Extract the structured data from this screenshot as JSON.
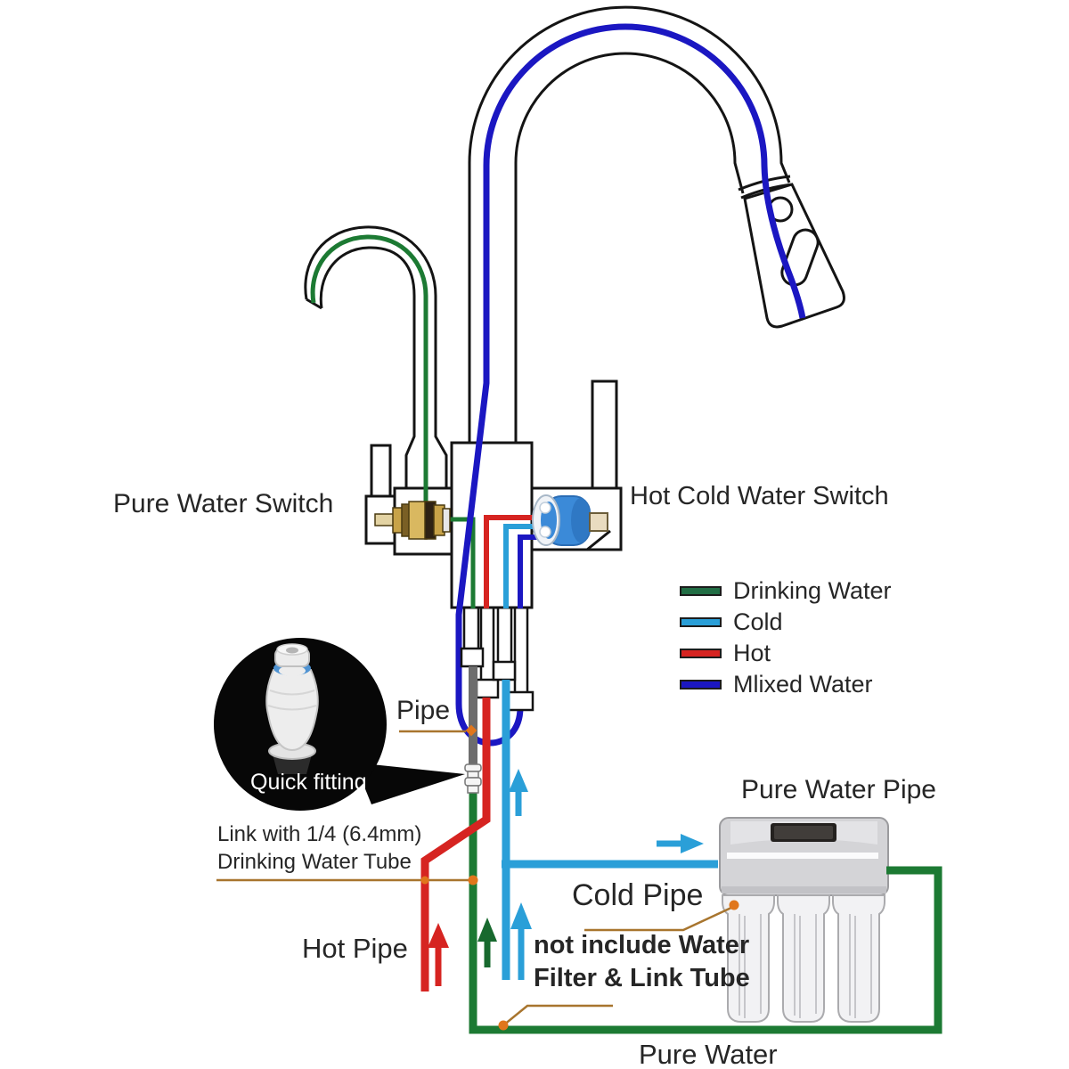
{
  "labels": {
    "pure_water_switch": "Pure Water Switch",
    "hot_cold_water_switch": "Hot Cold Water Switch",
    "pipe": "Pipe",
    "quick_fitting": "Quick fitting",
    "link_note_line1": "Link with 1/4 (6.4mm)",
    "link_note_line2": "Drinking Water Tube",
    "hot_pipe": "Hot Pipe",
    "cold_pipe": "Cold Pipe",
    "not_include_line1": "not include Water",
    "not_include_line2": "Filter & Link Tube",
    "pure_water_pipe": "Pure Water Pipe",
    "pure_water": "Pure Water"
  },
  "legend": {
    "items": [
      {
        "label": "Drinking Water",
        "color": "#226e45"
      },
      {
        "label": "Cold",
        "color": "#2a9fd8"
      },
      {
        "label": "Hot",
        "color": "#d62421"
      },
      {
        "label": "Mlixed Water",
        "color": "#1b17c2"
      }
    ]
  },
  "colors": {
    "drinking_water": "#1c7a33",
    "cold": "#2a9fd8",
    "hot": "#d62421",
    "mixed": "#1b17c2",
    "gray_pipe": "#6d6d6d",
    "leader": "#a8752e",
    "marker": "#e0761c",
    "note_text": "#e07818",
    "outline": "#141414"
  }
}
